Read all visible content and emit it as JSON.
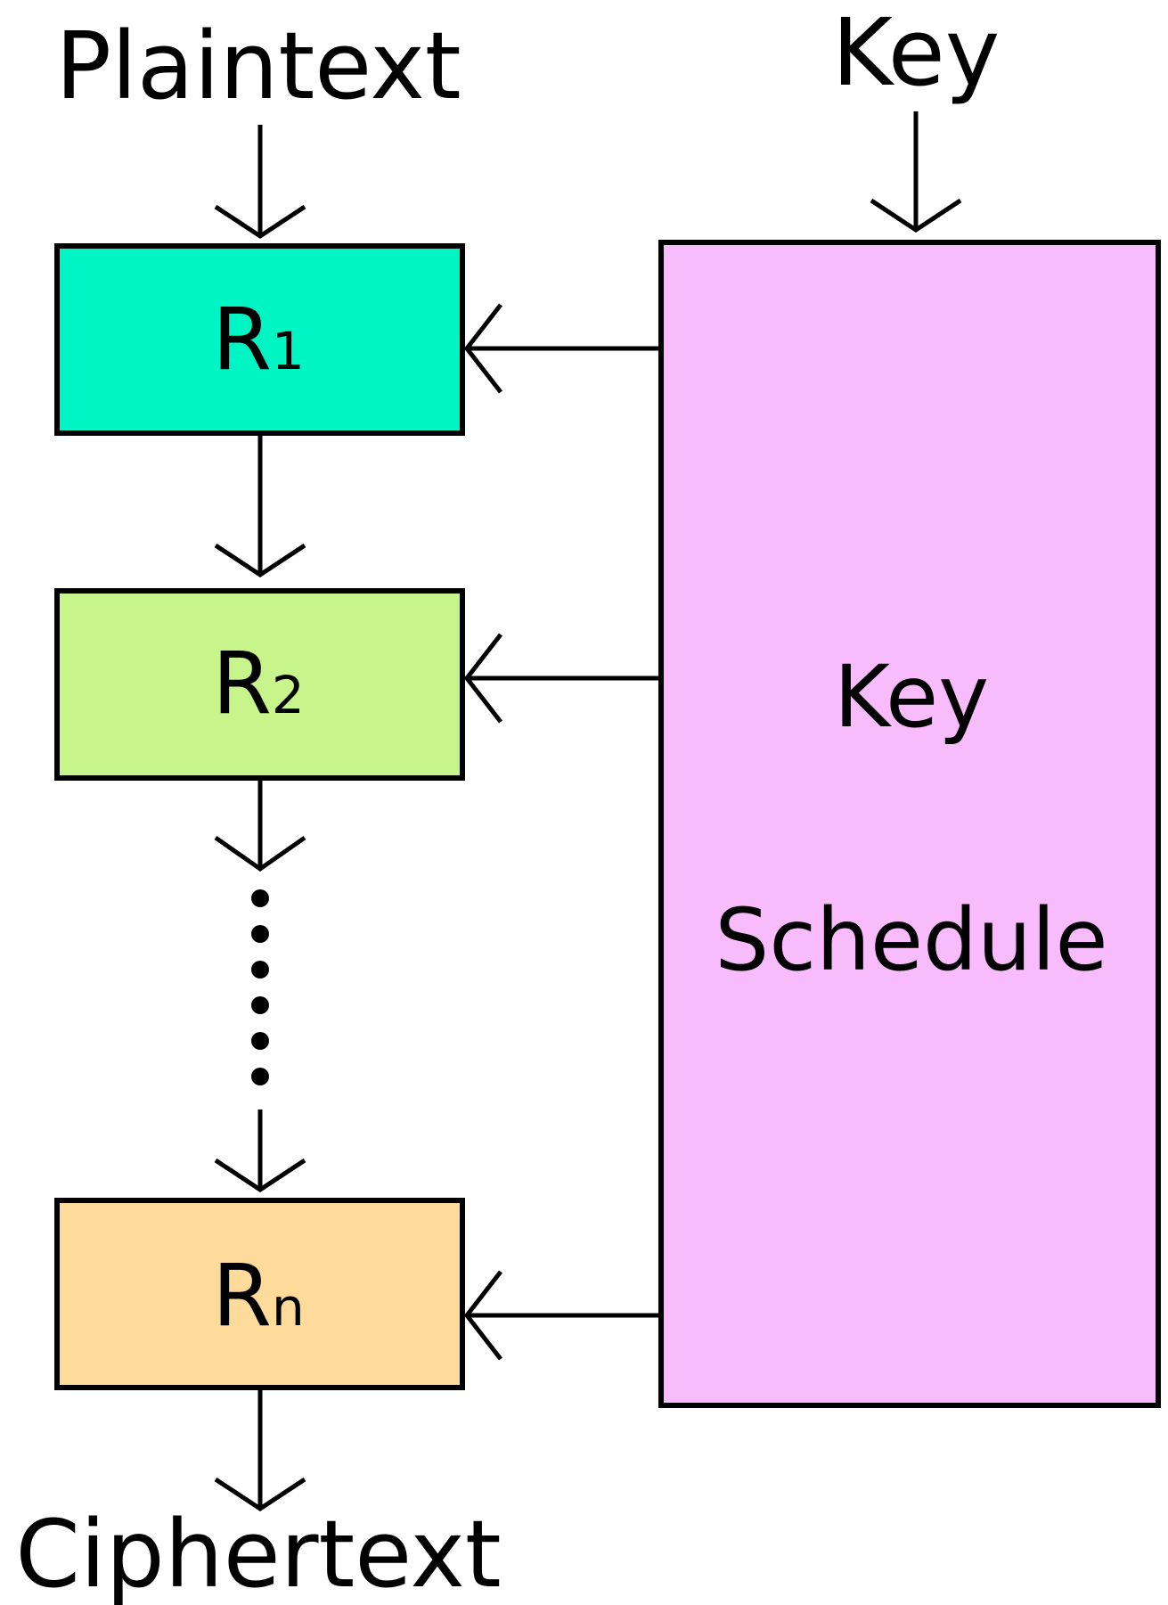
{
  "labels": {
    "plaintext": "Plaintext",
    "key": "Key",
    "ciphertext": "Ciphertext"
  },
  "rounds": [
    {
      "letter": "R",
      "sub": "1",
      "color": "#00F5C4"
    },
    {
      "letter": "R",
      "sub": "2",
      "color": "#C7F58C"
    },
    {
      "letter": "R",
      "sub": "n",
      "color": "#FEDB9B"
    }
  ],
  "key_schedule": {
    "line1": "Key",
    "line2": "Schedule",
    "color": "#F8BBFC"
  },
  "colors": {
    "stroke": "#000000",
    "background": "#FFFFFF"
  }
}
